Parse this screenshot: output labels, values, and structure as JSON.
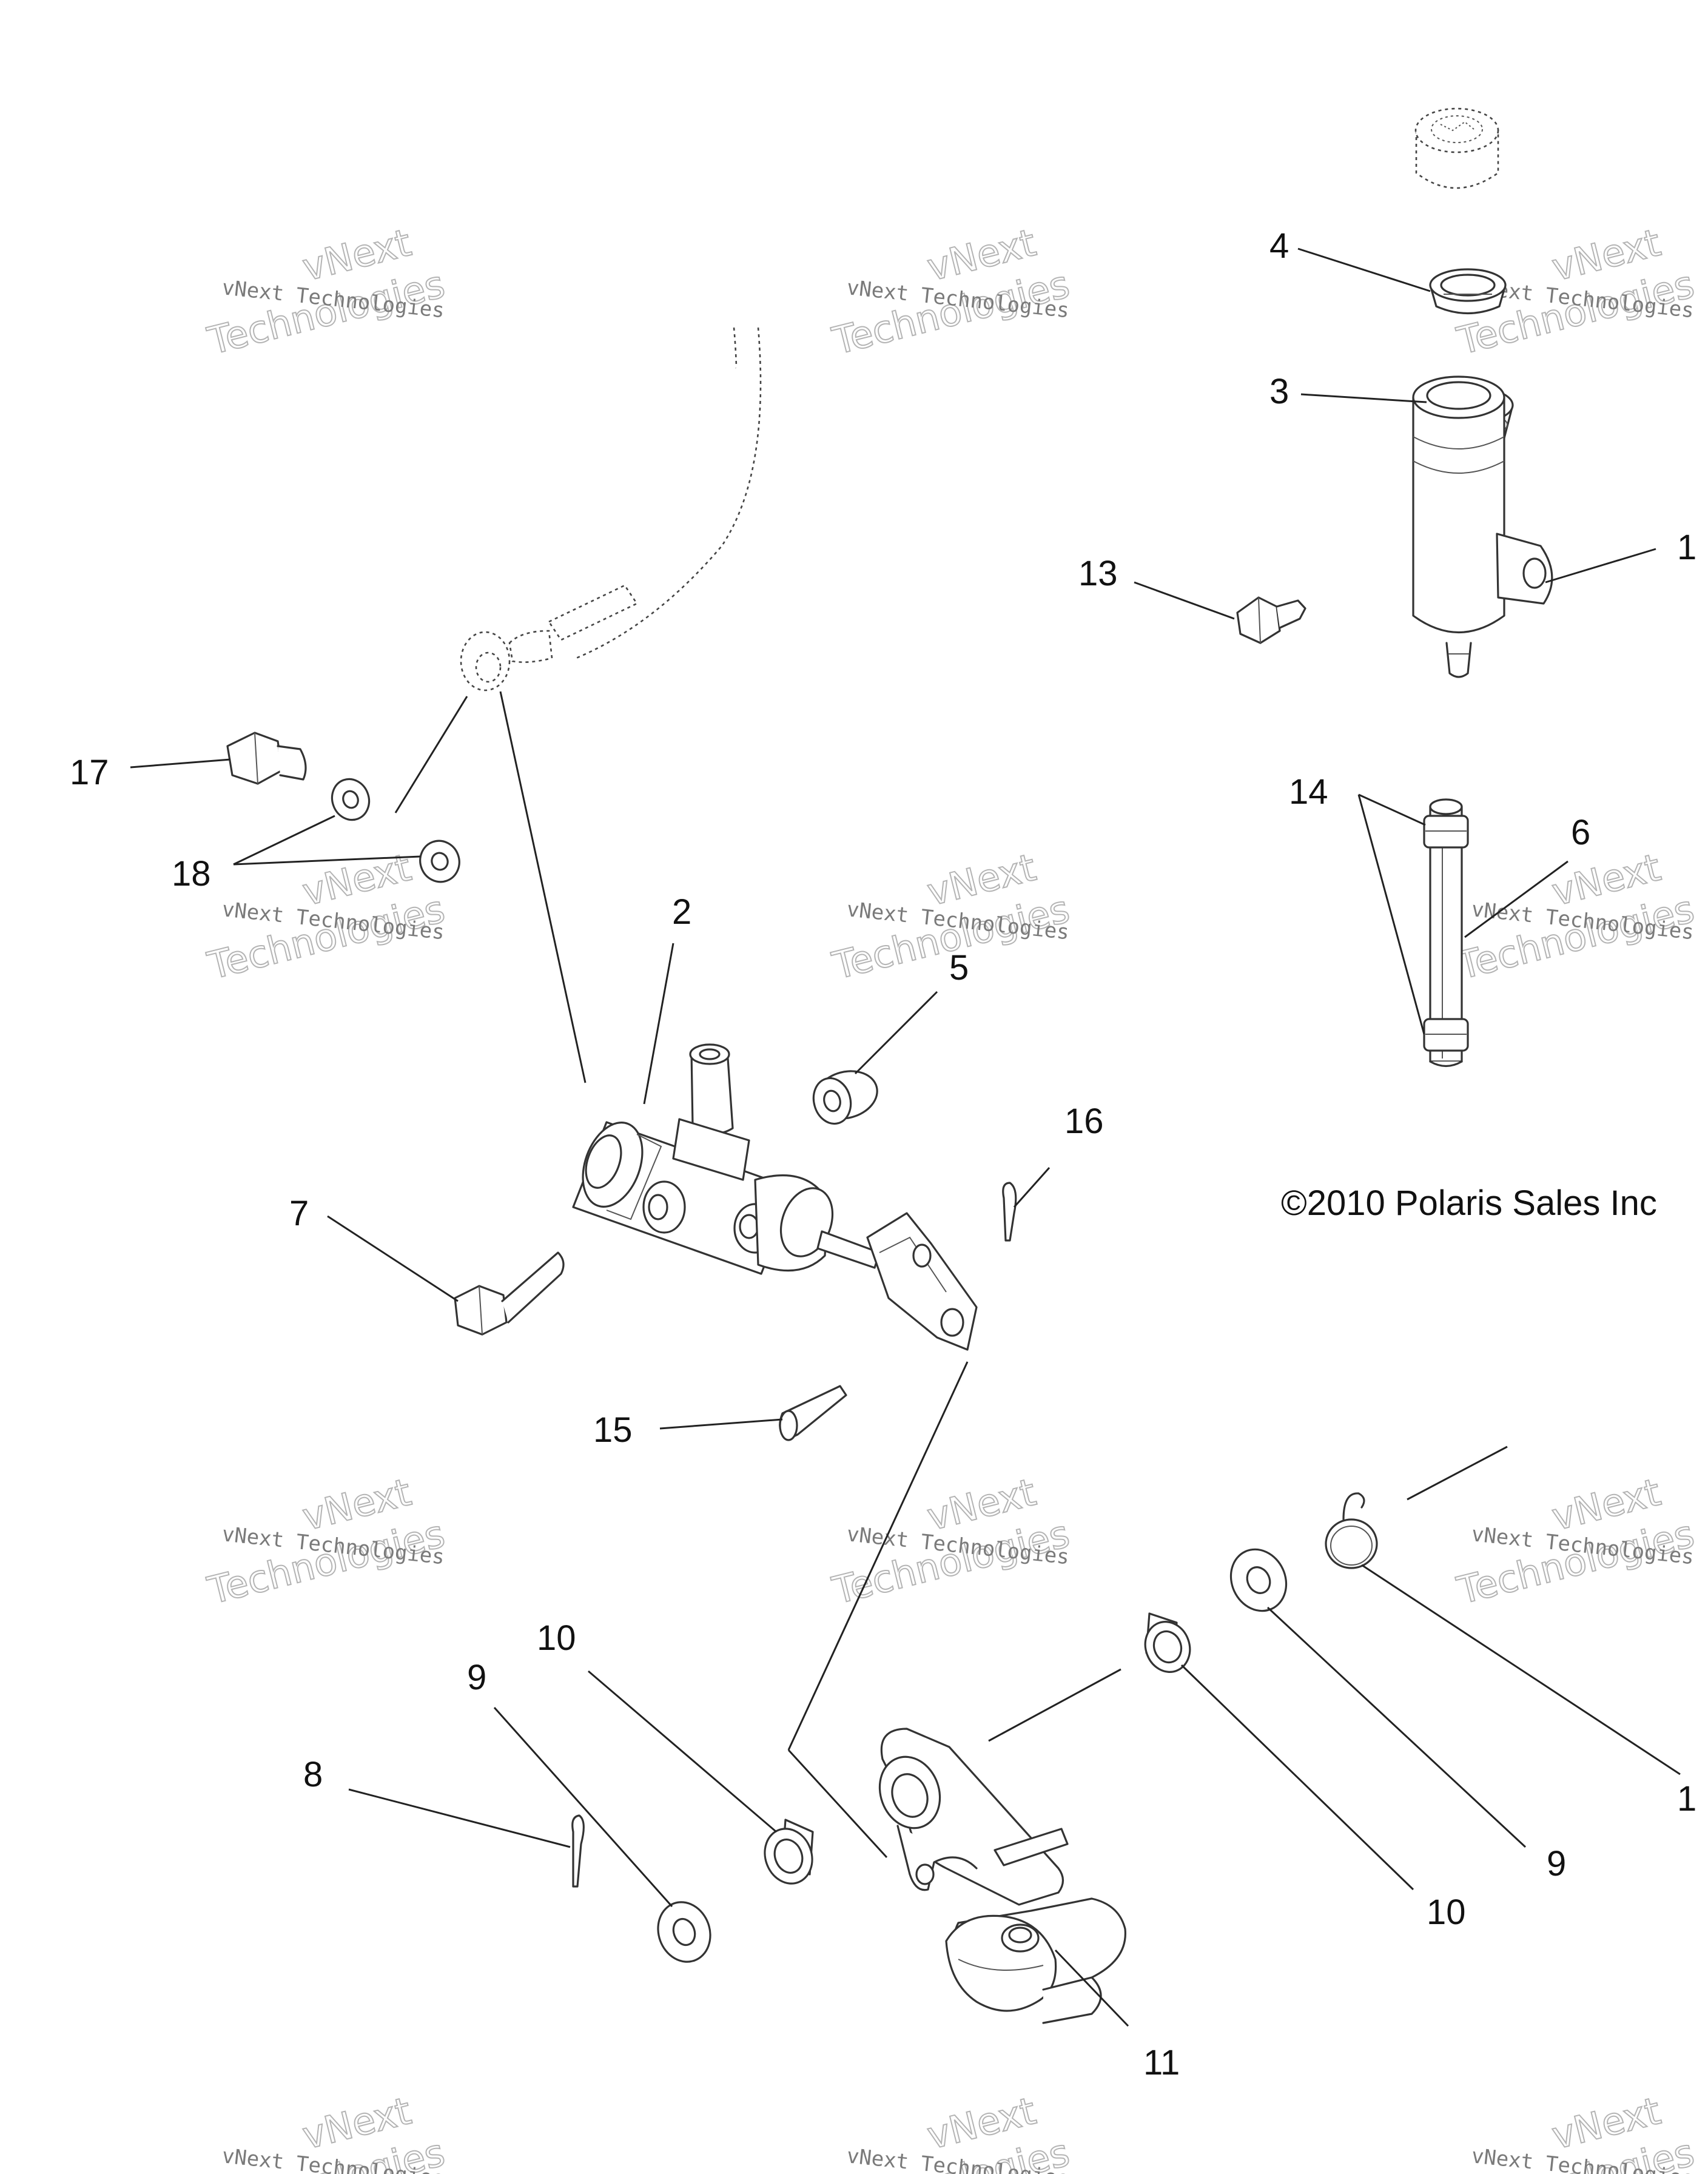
{
  "copyright": "©2010 Polaris Sales Inc",
  "watermark": {
    "company": "vNext Technologies",
    "word1": "vNext",
    "word2": "Technologies"
  },
  "callouts": {
    "c1": "1",
    "c2": "2",
    "c3": "3",
    "c4": "4",
    "c5": "5",
    "c6": "6",
    "c7": "7",
    "c8": "8",
    "c9a": "9",
    "c9b": "9",
    "c10a": "10",
    "c10b": "10",
    "c11": "11",
    "c12": "1",
    "c13": "13",
    "c14": "14",
    "c15": "15",
    "c16": "16",
    "c17": "17",
    "c18": "18"
  }
}
